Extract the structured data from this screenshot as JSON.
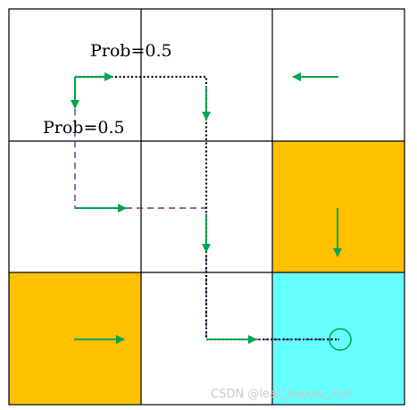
{
  "labels": {
    "prob_top": "Prob=0.5",
    "prob_left": "Prob=0.5"
  },
  "watermark": "CSDN @leaf_leaves_leaf",
  "grid": {
    "rows": 3,
    "cols": 3,
    "cells": [
      [
        "white",
        "white",
        "white"
      ],
      [
        "white",
        "white",
        "forbidden"
      ],
      [
        "forbidden",
        "white",
        "target"
      ]
    ]
  },
  "colors": {
    "forbidden": "#FFC000",
    "target": "#66FFFF",
    "arrow": "#00A550",
    "path_dotted": "#000000",
    "path_dashed": "#7030A0",
    "grid_line": "#000000"
  },
  "policy_arrows": [
    {
      "cell": [
        0,
        2
      ],
      "direction": "left"
    },
    {
      "cell": [
        1,
        2
      ],
      "direction": "down"
    },
    {
      "cell": [
        2,
        0
      ],
      "direction": "right"
    },
    {
      "cell": [
        2,
        2
      ],
      "direction": "stay-circle"
    }
  ],
  "trajectories": [
    {
      "style": "dotted",
      "color": "#000000"
    },
    {
      "style": "dashed",
      "color": "#7030A0"
    }
  ]
}
